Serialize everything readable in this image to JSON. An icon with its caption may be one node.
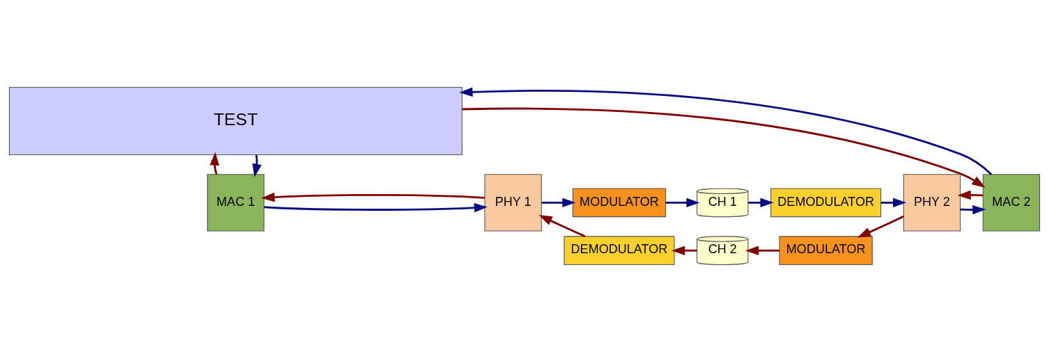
{
  "diagram": {
    "nodes": [
      {
        "text": [
          "TEST"
        ]
      },
      {
        "text": [
          "MAC 1"
        ]
      },
      {
        "text": [
          "PHY 1"
        ]
      },
      {
        "text": [
          "MODULATOR"
        ]
      },
      {
        "text": [
          "CH 1"
        ]
      },
      {
        "text": [
          "DEMODULATOR"
        ]
      },
      {
        "text": [
          "PHY 2"
        ]
      },
      {
        "text": [
          "MAC 2"
        ]
      },
      {
        "text": [
          "DEMODULATOR"
        ]
      },
      {
        "text": [
          "CH 2"
        ]
      },
      {
        "text": [
          "MODULATOR"
        ]
      }
    ],
    "edges": [
      {
        "from": 0,
        "to": 1,
        "arrow": "to",
        "color": "#0a0a80"
      },
      {
        "from": 1,
        "to": 2,
        "arrow": "to",
        "color": "#0a0a80"
      },
      {
        "from": 2,
        "to": 3,
        "arrow": "to",
        "color": "#0a0a80"
      },
      {
        "from": 3,
        "to": 4,
        "arrow": "to",
        "color": "#0a0a80"
      },
      {
        "from": 4,
        "to": 5,
        "arrow": "to",
        "color": "#0a0a80"
      },
      {
        "from": 5,
        "to": 6,
        "arrow": "to",
        "color": "#0a0a80"
      },
      {
        "from": 6,
        "to": 7,
        "arrow": "to",
        "color": "#0a0a80"
      },
      {
        "from": 7,
        "to": 0,
        "arrow": "to",
        "color": "#0a0a80"
      },
      {
        "from": 0,
        "to": 7,
        "arrow": "to",
        "color": "#800000"
      },
      {
        "from": 7,
        "to": 6,
        "arrow": "to",
        "color": "#800000"
      },
      {
        "from": 6,
        "to": 10,
        "arrow": "to",
        "color": "#800000"
      },
      {
        "from": 10,
        "to": 9,
        "arrow": "to",
        "color": "#800000"
      },
      {
        "from": 9,
        "to": 8,
        "arrow": "to",
        "color": "#800000"
      },
      {
        "from": 8,
        "to": 2,
        "arrow": "to",
        "color": "#800000"
      },
      {
        "from": 2,
        "to": 1,
        "arrow": "to",
        "color": "#800000"
      },
      {
        "from": 1,
        "to": 0,
        "arrow": "to",
        "color": "#800000"
      }
    ]
  }
}
